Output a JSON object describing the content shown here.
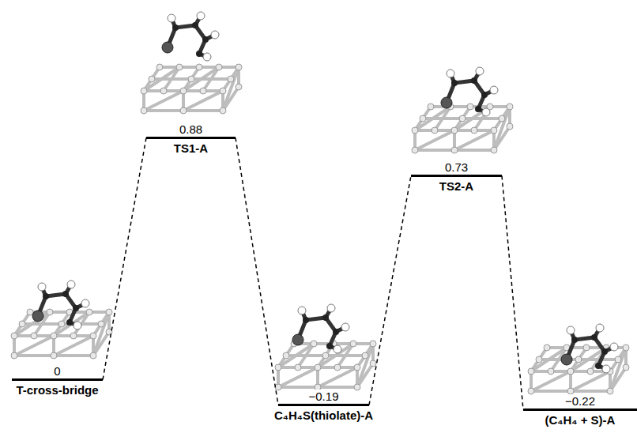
{
  "diagram": {
    "nodes": [
      {
        "text": [
          "0",
          "T-cross-bridge"
        ]
      },
      {
        "text": [
          "0.88",
          "TS1-A"
        ]
      },
      {
        "text": [
          "−0.19",
          "C₄H₄S(thiolate)-A"
        ]
      },
      {
        "text": [
          "0.73",
          "TS2-A"
        ]
      },
      {
        "text": [
          "−0.22",
          "(C₄H₄ + S)-A"
        ]
      }
    ],
    "edges": [
      {
        "from": 0,
        "to": 1,
        "arrow": "none"
      },
      {
        "from": 1,
        "to": 2,
        "arrow": "none"
      },
      {
        "from": 2,
        "to": 3,
        "arrow": "none"
      },
      {
        "from": 3,
        "to": 4,
        "arrow": "none"
      }
    ]
  }
}
